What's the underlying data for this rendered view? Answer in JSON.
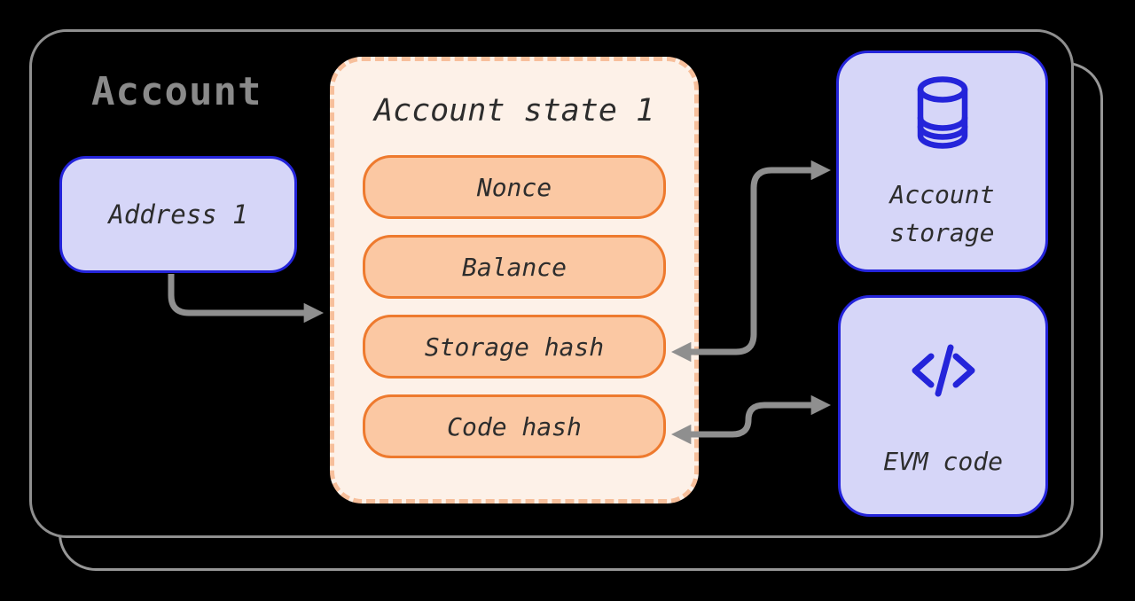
{
  "diagram": {
    "title": "Account",
    "address_box": {
      "label": "Address 1"
    },
    "state": {
      "title": "Account state 1",
      "fields": [
        "Nonce",
        "Balance",
        "Storage hash",
        "Code hash"
      ]
    },
    "storage_box": {
      "label": "Account storage",
      "icon": "database-icon"
    },
    "evm_box": {
      "label": "EVM code",
      "icon": "code-icon"
    },
    "connections": [
      "Address 1 -> Account state 1",
      "Storage hash <-> Account storage",
      "Code hash <-> EVM code"
    ],
    "colors": {
      "background": "#000000",
      "card_border": "#8f8f8f",
      "title_gray": "#8a8a8a",
      "lavender_fill": "#d6d6f8",
      "blue_accent": "#2424da",
      "cream_fill": "#fdf1e8",
      "dash_border": "#f7bf9b",
      "pill_fill": "#fbc8a3",
      "pill_border": "#ee7a2e",
      "text_dark": "#2d2d2d",
      "arrow_gray": "#8f8f8f"
    }
  }
}
